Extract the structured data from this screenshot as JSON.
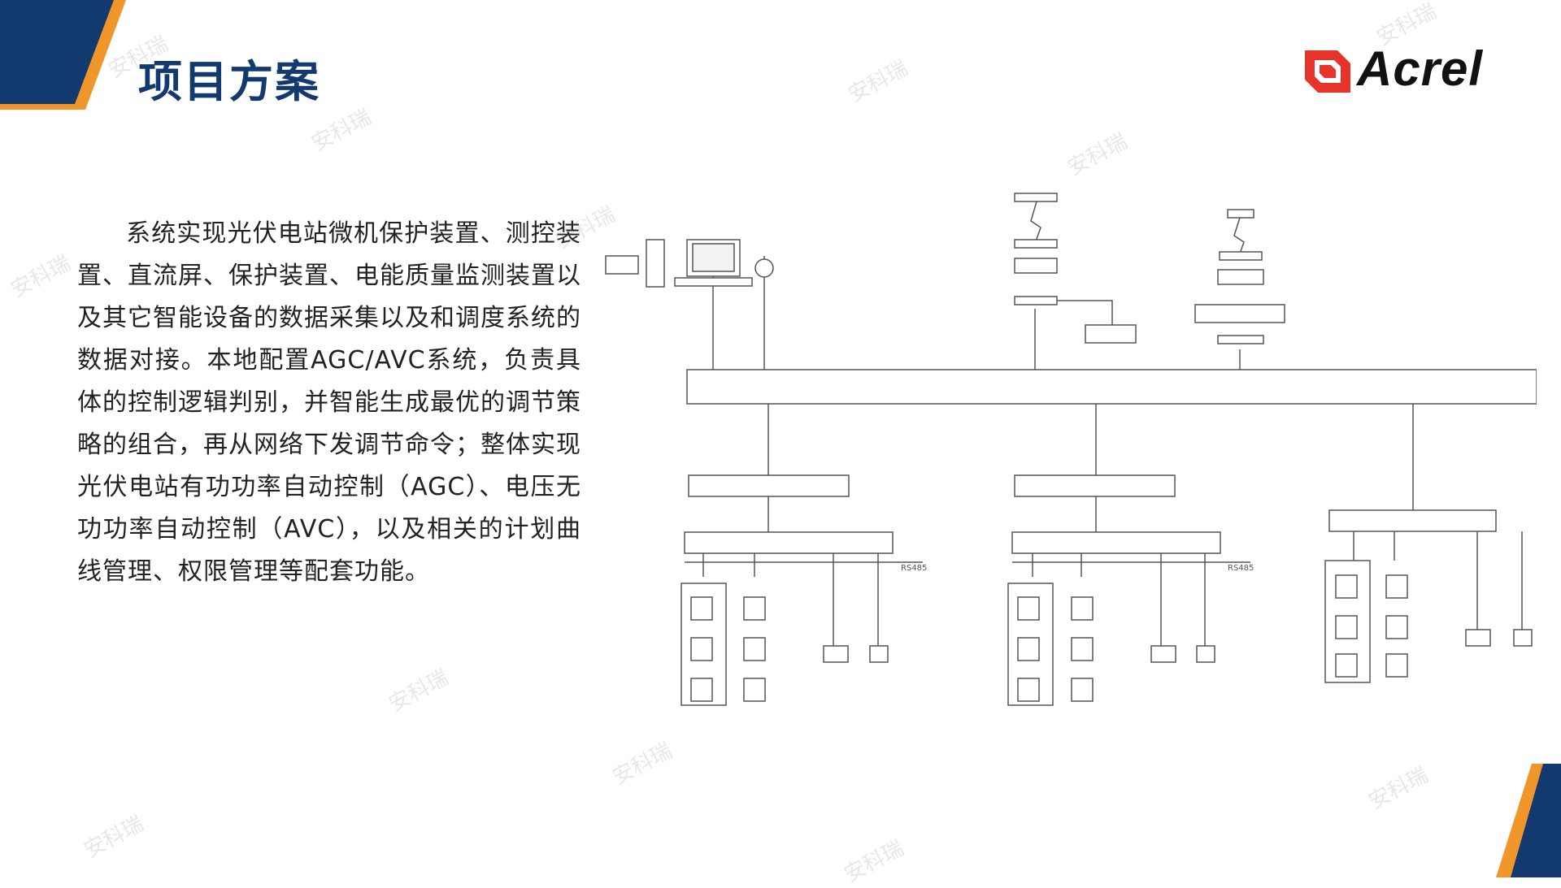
{
  "header": {
    "title": "项目方案",
    "logo_text": "Acrel"
  },
  "body": {
    "paragraph": "系统实现光伏电站微机保护装置、测控装置、直流屏、保护装置、电能质量监测装置以及其它智能设备的数据采集以及和调度系统的数据对接。本地配置AGC/AVC系统，负责具体的控制逻辑判别，并智能生成最优的调节策略的组合，再从网络下发调节命令；整体实现光伏电站有功功率自动控制（AGC）、电压无功功率自动控制（AVC），以及相关的计划曲线管理、权限管理等配套功能。"
  },
  "diagram": {
    "rs485_label": "RS485"
  },
  "watermark": {
    "text": "安科瑞"
  },
  "colors": {
    "navy": "#123a6f",
    "orange": "#f0962a",
    "logo_red": "#e8332a"
  }
}
